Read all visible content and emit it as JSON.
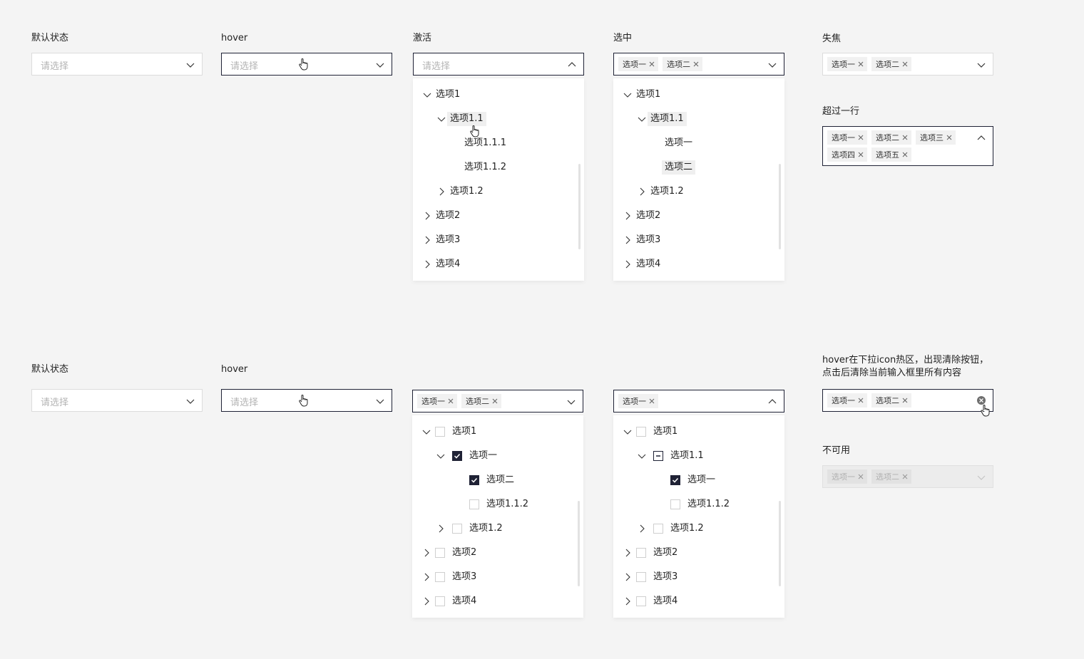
{
  "top": {
    "default": {
      "label": "默认状态",
      "placeholder": "请选择"
    },
    "hover": {
      "label": "hover",
      "placeholder": "请选择"
    },
    "active": {
      "label": "激活",
      "placeholder": "请选择",
      "tree": [
        "选项1",
        "选项1.1",
        "选项1.1.1",
        "选项1.1.2",
        "选项1.2",
        "选项2",
        "选项3",
        "选项4"
      ]
    },
    "selected": {
      "label": "选中",
      "tags": [
        "选项一",
        "选项二"
      ],
      "tree": [
        "选项1",
        "选项1.1",
        "选项一",
        "选项二",
        "选项1.2",
        "选项2",
        "选项3",
        "选项4"
      ]
    },
    "blur": {
      "label": "失焦",
      "tags": [
        "选项一",
        "选项二"
      ]
    },
    "overflow": {
      "label": "超过一行",
      "tags": [
        "选项一",
        "选项二",
        "选项三",
        "选项四",
        "选项五"
      ]
    }
  },
  "bottom": {
    "default": {
      "label": "默认状态",
      "placeholder": "请选择"
    },
    "hover": {
      "label": "hover",
      "placeholder": "请选择"
    },
    "multi1": {
      "tags": [
        "选项一",
        "选项二"
      ],
      "tree": [
        "选项1",
        "选项一",
        "选项二",
        "选项1.1.2",
        "选项1.2",
        "选项2",
        "选项3",
        "选项4"
      ]
    },
    "multi2": {
      "tags": [
        "选项一"
      ],
      "tree": [
        "选项1",
        "选项1.1",
        "选项一",
        "选项1.1.2",
        "选项1.2",
        "选项2",
        "选项3",
        "选项4"
      ]
    },
    "clear": {
      "label_line1": "hover在下拉icon热区，出现清除按钮，",
      "label_line2": "点击后清除当前输入框里所有内容",
      "tags": [
        "选项一",
        "选项二"
      ]
    },
    "disabled": {
      "label": "不可用",
      "tags": [
        "选项一",
        "选项二"
      ]
    }
  },
  "icons": {
    "arrow_down": "chevron-down-icon",
    "arrow_up": "chevron-up-icon",
    "tree_expand": "chevron-right-icon",
    "tree_collapse": "chevron-down-icon",
    "tag_remove": "close-icon",
    "clear": "clear-circle-icon",
    "cursor": "hand-pointer-icon"
  },
  "colors": {
    "dark_border": "#1f2235",
    "checked": "#1f2235",
    "placeholder": "#b4b4b4",
    "background": "#f4f4f4"
  }
}
